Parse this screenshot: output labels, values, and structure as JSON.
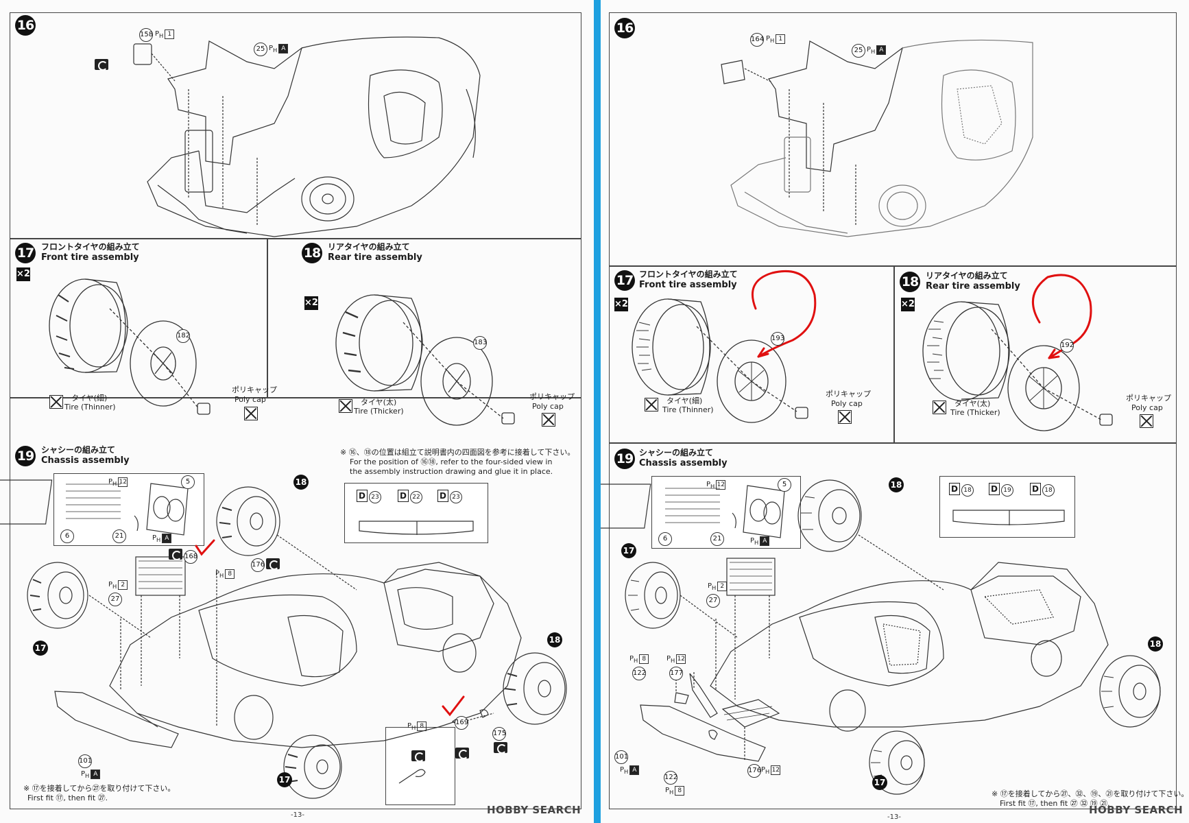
{
  "left": {
    "s16": {
      "step": "16",
      "part_a": "158",
      "part_a_ref": "P",
      "part_a_ref_sub": "H",
      "part_a_ref_n": "1",
      "part_b": "25",
      "part_b_ref": "P",
      "part_b_ref_sub": "H",
      "part_b_ref_n": "A"
    },
    "s17": {
      "step": "17",
      "title_jp": "フロントタイヤの組み立て",
      "title_en": "Front tire assembly",
      "multiplier": "×2",
      "wheel_part": "182",
      "tire_jp": "タイヤ(細)",
      "tire_en": "Tire (Thinner)",
      "cap_jp": "ポリキャップ",
      "cap_en": "Poly cap"
    },
    "s18": {
      "step": "18",
      "title_jp": "リアタイヤの組み立て",
      "title_en": "Rear tire assembly",
      "multiplier": "×2",
      "wheel_part": "183",
      "tire_jp": "タイヤ(太)",
      "tire_en": "Tire (Thicker)",
      "cap_jp": "ポリキャップ",
      "cap_en": "Poly cap"
    },
    "s19": {
      "step": "19",
      "title_jp": "シャシーの組み立て",
      "title_en": "Chassis assembly",
      "note_jp": "※ ⑯、⑱の位置は組立て説明書内の四面図を参考に接着して下さい。",
      "note_en_1": "For the position of ⑯⑱, refer to the four-sided view in",
      "note_en_2": "the assembly instruction drawing and glue it in place.",
      "d_refs": [
        "23",
        "22",
        "23"
      ],
      "parts": [
        "12",
        "5",
        "6",
        "21",
        "A",
        "168",
        "176",
        "8",
        "2",
        "27",
        "169",
        "175",
        "101",
        "A",
        "8"
      ],
      "callouts": [
        "18",
        "17",
        "17",
        "18"
      ],
      "foot_jp": "※ ⑰を接着してから㉗を取り付けて下さい。",
      "foot_en": "First fit ⑰, then fit ㉗."
    },
    "page_num": "-13-",
    "watermark": "HOBBY SEARCH"
  },
  "right": {
    "s16": {
      "step": "16",
      "part_a": "164",
      "part_a_ref": "P",
      "part_a_ref_sub": "H",
      "part_a_ref_n": "1",
      "part_b": "25",
      "part_b_ref": "P",
      "part_b_ref_sub": "H",
      "part_b_ref_n": "A"
    },
    "s17": {
      "step": "17",
      "title_jp": "フロントタイヤの組み立て",
      "title_en": "Front tire assembly",
      "multiplier": "×2",
      "wheel_part": "193",
      "tire_jp": "タイヤ(細)",
      "tire_en": "Tire (Thinner)",
      "cap_jp": "ポリキャップ",
      "cap_en": "Poly cap"
    },
    "s18": {
      "step": "18",
      "title_jp": "リアタイヤの組み立て",
      "title_en": "Rear tire assembly",
      "multiplier": "×2",
      "wheel_part": "192",
      "tire_jp": "タイヤ(太)",
      "tire_en": "Tire (Thicker)",
      "cap_jp": "ポリキャップ",
      "cap_en": "Poly cap"
    },
    "s19": {
      "step": "19",
      "title_jp": "シャシーの組み立て",
      "title_en": "Chassis assembly",
      "d_refs": [
        "18",
        "19",
        "18"
      ],
      "parts": [
        "12",
        "5",
        "6",
        "21",
        "A",
        "2",
        "27",
        "8",
        "122",
        "12",
        "177",
        "101",
        "A",
        "122",
        "8",
        "176",
        "12"
      ],
      "callouts": [
        "18",
        "17",
        "18",
        "17"
      ],
      "foot_jp": "※ ⑰を接着してから㉗、㉜、⑲、㉑を取り付けて下さい。",
      "foot_en": "First fit ⑰, then fit ㉗ ㉜ ⑲ ㉑."
    },
    "page_num": "-13-",
    "watermark": "HOBBY SEARCH"
  },
  "colors": {
    "divider": "#1ea0e0",
    "annotation": "#e01010",
    "ink": "#1a1a1a"
  }
}
